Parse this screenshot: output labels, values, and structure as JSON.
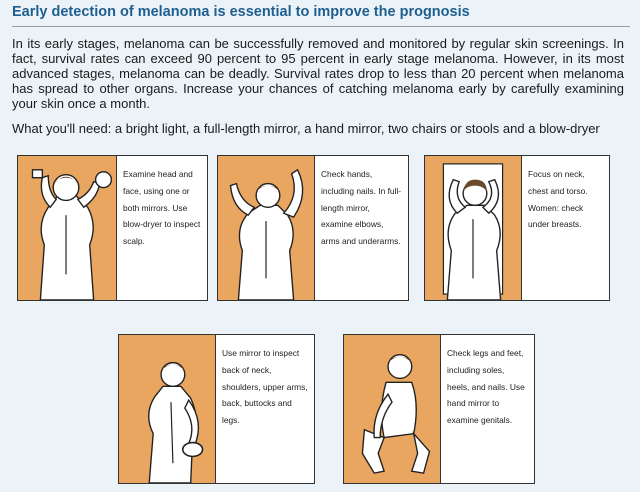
{
  "title": "Early detection of melanoma is essential to improve the prognosis",
  "intro": "In its early stages, melanoma can be successfully removed and monitored by regular skin screenings. In fact, survival rates can exceed 90 percent to 95 percent in early stage melanoma. However, in its most advanced stages, melanoma can be deadly. Survival rates drop to less than 20 percent when melanoma has spread to other organs. Increase your chances of catching melanoma early by carefully examining your skin once a month.",
  "needs": "What you'll need: a bright light, a full-length mirror, a hand mirror, two chairs or stools and a blow-dryer",
  "steps": [
    {
      "text": "Examine head and face, using one or both mirrors. Use blow-dryer to inspect scalp."
    },
    {
      "text": "Check hands, including nails. In full-length mirror, examine elbows, arms and underarms."
    },
    {
      "text": "Focus on neck, chest and torso. Women: check under breasts."
    },
    {
      "text": "Use mirror to inspect back of neck, shoulders, upper arms, back, buttocks and legs."
    },
    {
      "text": "Check legs and feet, including soles, heels, and nails. Use hand mirror to examine genitals."
    }
  ],
  "colors": {
    "title": "#1f5f8f",
    "panel_art": "#e9a661",
    "page_bg": "#ecf3f8"
  },
  "illustrations": [
    "person-with-mirrors-head",
    "person-raising-arm",
    "person-back-neck",
    "person-hand-mirror-back",
    "person-seated-legs"
  ]
}
